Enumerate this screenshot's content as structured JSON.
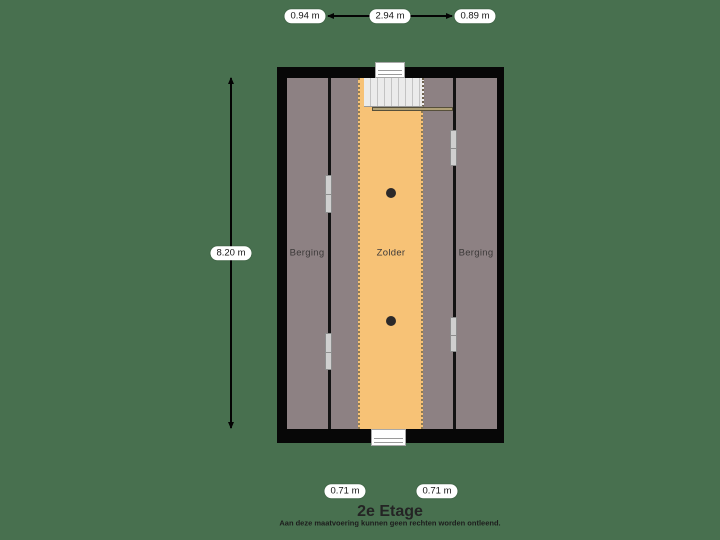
{
  "floorplan": {
    "title": "2e Etage",
    "disclaimer": "Aan deze maatvoering kunnen geen rechten worden ontleend.",
    "rooms": {
      "berging_left": "Berging",
      "zolder": "Zolder",
      "berging_right": "Berging"
    },
    "dimensions": {
      "top_left": "0.94 m",
      "top_center": "2.94 m",
      "top_right": "0.89 m",
      "left": "8.20 m",
      "bottom_left": "0.71 m",
      "bottom_right": "0.71 m"
    },
    "features": {
      "stairs": "staircase",
      "rail": "stair-railing",
      "spots": "ceiling-spot",
      "windows": [
        "window-top",
        "window-bottom"
      ],
      "doors": [
        "door-left-upper",
        "door-left-lower",
        "door-right-upper",
        "door-right-lower"
      ]
    },
    "colors": {
      "background": "#48704F",
      "wall": "#070707",
      "berging_fill": "#8D8183",
      "zolder_fill": "#F7C276",
      "stairs_fill": "#EBEBEB",
      "door_fill": "#CFCFCF",
      "dimension_pill": "#FFFFFF"
    }
  }
}
